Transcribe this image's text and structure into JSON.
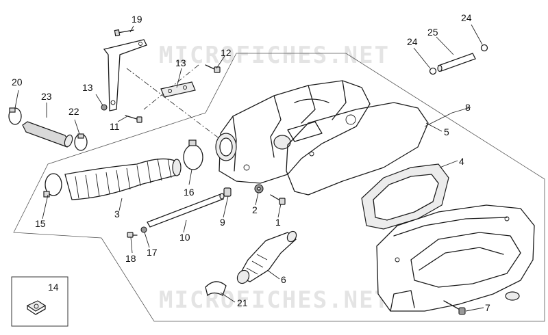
{
  "watermark": "MICROFICHES.NET",
  "callouts": [
    {
      "id": "c1",
      "text": "1"
    },
    {
      "id": "c2",
      "text": "2"
    },
    {
      "id": "c3",
      "text": "3"
    },
    {
      "id": "c4",
      "text": "4"
    },
    {
      "id": "c5",
      "text": "5"
    },
    {
      "id": "c6",
      "text": "6"
    },
    {
      "id": "c7",
      "text": "7"
    },
    {
      "id": "c8",
      "text": "8"
    },
    {
      "id": "c9",
      "text": "9"
    },
    {
      "id": "c10",
      "text": "10"
    },
    {
      "id": "c11",
      "text": "11"
    },
    {
      "id": "c12",
      "text": "12"
    },
    {
      "id": "c13a",
      "text": "13"
    },
    {
      "id": "c13b",
      "text": "13"
    },
    {
      "id": "c14",
      "text": "14"
    },
    {
      "id": "c15",
      "text": "15"
    },
    {
      "id": "c16",
      "text": "16"
    },
    {
      "id": "c17",
      "text": "17"
    },
    {
      "id": "c18",
      "text": "18"
    },
    {
      "id": "c19",
      "text": "19"
    },
    {
      "id": "c20",
      "text": "20"
    },
    {
      "id": "c21",
      "text": "21"
    },
    {
      "id": "c22",
      "text": "22"
    },
    {
      "id": "c23",
      "text": "23"
    },
    {
      "id": "c24a",
      "text": "24"
    },
    {
      "id": "c24b",
      "text": "24"
    },
    {
      "id": "c25",
      "text": "25"
    }
  ]
}
